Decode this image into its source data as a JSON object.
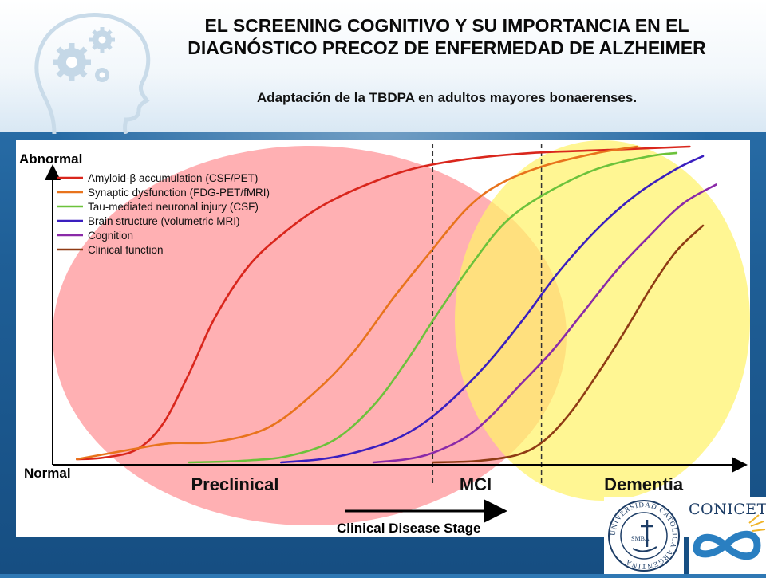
{
  "slide": {
    "title": "EL SCREENING COGNITIVO Y SU IMPORTANCIA EN EL DIAGNÓSTICO PRECOZ DE ENFERMEDAD DE ALZHEIMER",
    "subtitle": "Adaptación de la TBDPA en adultos mayores bonaerenses."
  },
  "logos": {
    "uca": "UNIVERSIDAD CATOLICA ARGENTINA",
    "uca_monogram": "SMBA",
    "conicet": "CONICET"
  },
  "chart_data": {
    "type": "line",
    "ylabel_top": "Abnormal",
    "ylabel_bottom": "Normal",
    "xlabel": "Clinical Disease Stage",
    "xlim": [
      0,
      100
    ],
    "ylim": [
      0,
      100
    ],
    "stage_labels": [
      {
        "label": "Preclinical",
        "x": 25
      },
      {
        "label": "MCI",
        "x": 61.5
      },
      {
        "label": "Dementia",
        "x": 87
      }
    ],
    "stage_dividers": [
      55,
      71.5
    ],
    "regions": [
      {
        "name": "Preclinical",
        "color": "#ff9a9e"
      },
      {
        "name": "Dementia",
        "color": "#fff27a"
      }
    ],
    "series": [
      {
        "name": "Amyloid-β accumulation (CSF/PET)",
        "color": "#d9261c",
        "points": [
          [
            1,
            1
          ],
          [
            5,
            1.5
          ],
          [
            10,
            4
          ],
          [
            14,
            12
          ],
          [
            18,
            28
          ],
          [
            22,
            46
          ],
          [
            27,
            62
          ],
          [
            32,
            72
          ],
          [
            38,
            81
          ],
          [
            45,
            88
          ],
          [
            52,
            93
          ],
          [
            60,
            96
          ],
          [
            70,
            98
          ],
          [
            82,
            99
          ],
          [
            94,
            100
          ]
        ]
      },
      {
        "name": "Synaptic dysfunction (FDG-PET/fMRI)",
        "color": "#e8731c",
        "points": [
          [
            1,
            1
          ],
          [
            9,
            4
          ],
          [
            15,
            6
          ],
          [
            22,
            6.5
          ],
          [
            30,
            11
          ],
          [
            37,
            22
          ],
          [
            43,
            35
          ],
          [
            49,
            52
          ],
          [
            54,
            65
          ],
          [
            60,
            80
          ],
          [
            65,
            88
          ],
          [
            72,
            94
          ],
          [
            80,
            98
          ],
          [
            86,
            100
          ]
        ]
      },
      {
        "name": "Tau-mediated neuronal injury (CSF)",
        "color": "#6cc23b",
        "points": [
          [
            18,
            0
          ],
          [
            26,
            0.5
          ],
          [
            33,
            2
          ],
          [
            40,
            7
          ],
          [
            46,
            18
          ],
          [
            51,
            32
          ],
          [
            56,
            48
          ],
          [
            61,
            63
          ],
          [
            66,
            76
          ],
          [
            72,
            85
          ],
          [
            80,
            93
          ],
          [
            88,
            97
          ],
          [
            92,
            98
          ]
        ]
      },
      {
        "name": "Brain structure (volumetric MRI)",
        "color": "#3a1fbf",
        "points": [
          [
            32,
            0
          ],
          [
            38,
            1
          ],
          [
            43,
            3
          ],
          [
            49,
            7
          ],
          [
            54,
            13
          ],
          [
            59,
            22
          ],
          [
            64,
            33
          ],
          [
            69,
            46
          ],
          [
            74,
            60
          ],
          [
            80,
            74
          ],
          [
            86,
            85
          ],
          [
            92,
            93
          ],
          [
            96,
            97
          ]
        ]
      },
      {
        "name": "Cognition",
        "color": "#8a2aa8",
        "points": [
          [
            46,
            0
          ],
          [
            51,
            1
          ],
          [
            55,
            3
          ],
          [
            60,
            8
          ],
          [
            64,
            15
          ],
          [
            68,
            24
          ],
          [
            73,
            35
          ],
          [
            78,
            48
          ],
          [
            83,
            61
          ],
          [
            88,
            72
          ],
          [
            93,
            82
          ],
          [
            98,
            88
          ]
        ]
      },
      {
        "name": "Clinical function",
        "color": "#8f3b14",
        "points": [
          [
            55,
            0
          ],
          [
            62,
            0.5
          ],
          [
            68,
            2.5
          ],
          [
            72,
            7
          ],
          [
            76,
            16
          ],
          [
            80,
            28
          ],
          [
            84,
            41
          ],
          [
            88,
            55
          ],
          [
            92,
            67
          ],
          [
            96,
            75
          ]
        ]
      }
    ]
  }
}
